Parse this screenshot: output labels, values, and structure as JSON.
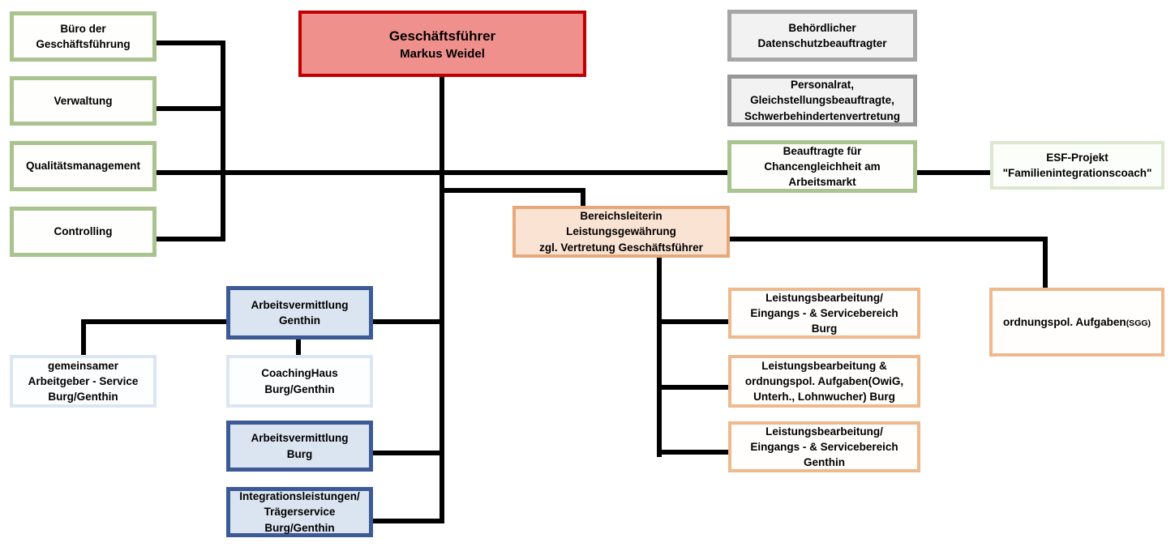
{
  "diagram": {
    "type": "organizational-chart",
    "language": "de"
  },
  "colors": {
    "connector_line": "#000000",
    "director_fill": "#f0908d",
    "director_border": "#c00000",
    "staff_green_border": "#a9c48f",
    "gray_fill": "#f2f2f2",
    "gray_border": "#a6a6a6",
    "esf_border": "#dbe7ce",
    "department_head_fill": "#fbe3d3",
    "department_head_border": "#e8a97a",
    "benefits_unit_border": "#edb98d",
    "placement_fill": "#dbe5f1",
    "placement_border": "#3c5a96",
    "placement_sub_border": "#dce6f1"
  },
  "nodes": {
    "gf": {
      "title": "Geschäftsführer",
      "name": "Markus Weidel"
    },
    "buero": {
      "text": "Büro der\nGeschäftsführung"
    },
    "verwaltung": {
      "text": "Verwaltung"
    },
    "qm": {
      "text": "Qualitätsmanagement"
    },
    "controlling": {
      "text": "Controlling"
    },
    "datenschutz": {
      "text": "Behördlicher\nDatenschutzbeauftragter"
    },
    "personalrat": {
      "text": "Personalrat,\nGleichstellungsbeauftragte,\nSchwerbehindertenvertretung"
    },
    "chancengleichheit": {
      "text": "Beauftragte für\nChancengleichheit am\nArbeitsmarkt"
    },
    "esf": {
      "text": "ESF-Projekt\n\"Familienintegrationscoach\""
    },
    "bereichsleiterin": {
      "text": "Bereichsleiterin\nLeistungsgewährung\nzgl. Vertretung Geschäftsführer"
    },
    "lb_burg": {
      "text": "Leistungsbearbeitung/\nEingangs - & Servicebereich\nBurg"
    },
    "lb_owig": {
      "text": "Leistungsbearbeitung &\nordnungspol. Aufgaben(OwiG,\nUnterh., Lohnwucher) Burg"
    },
    "lb_genthin": {
      "text": "Leistungsbearbeitung/\nEingangs - & Servicebereich\nGenthin"
    },
    "sgg": {
      "text": "ordnungspol. Aufgaben",
      "suffix": "(SGG)"
    },
    "av_genthin": {
      "text": "Arbeitsvermittlung\nGenthin"
    },
    "ags": {
      "text": "gemeinsamer\nArbeitgeber - Service\nBurg/Genthin"
    },
    "coachinghaus": {
      "text": "CoachingHaus\nBurg/Genthin"
    },
    "av_burg": {
      "text": "Arbeitsvermittlung\nBurg"
    },
    "integration": {
      "text": "Integrationsleistungen/\nTrägerservice\nBurg/Genthin"
    }
  },
  "edges": [
    {
      "from": "gf",
      "to": "buero"
    },
    {
      "from": "gf",
      "to": "verwaltung"
    },
    {
      "from": "gf",
      "to": "qm"
    },
    {
      "from": "gf",
      "to": "controlling"
    },
    {
      "from": "gf",
      "to": "chancengleichheit"
    },
    {
      "from": "chancengleichheit",
      "to": "esf"
    },
    {
      "from": "gf",
      "to": "bereichsleiterin"
    },
    {
      "from": "bereichsleiterin",
      "to": "sgg"
    },
    {
      "from": "bereichsleiterin",
      "to": "lb_burg"
    },
    {
      "from": "bereichsleiterin",
      "to": "lb_owig"
    },
    {
      "from": "bereichsleiterin",
      "to": "lb_genthin"
    },
    {
      "from": "gf",
      "to": "av_genthin"
    },
    {
      "from": "gf",
      "to": "av_burg"
    },
    {
      "from": "gf",
      "to": "integration"
    },
    {
      "from": "av_genthin",
      "to": "ags"
    },
    {
      "from": "av_genthin",
      "to": "coachinghaus"
    }
  ]
}
